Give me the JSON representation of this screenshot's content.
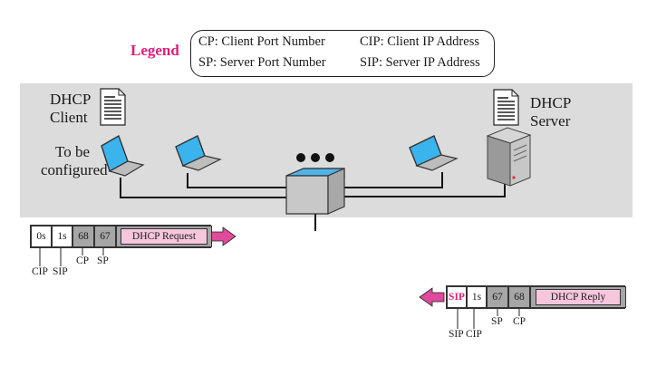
{
  "legend": {
    "title": "Legend",
    "items": [
      {
        "abbr_text": "CP: Client Port Number"
      },
      {
        "abbr_text": "CIP: Client IP Address"
      },
      {
        "abbr_text": "SP: Server Port Number"
      },
      {
        "abbr_text": "SIP: Server IP Address"
      }
    ]
  },
  "client": {
    "title_line1": "DHCP",
    "title_line2": "Client",
    "note_line1": "To be",
    "note_line2": "configured"
  },
  "server": {
    "title_line1": "DHCP",
    "title_line2": "Server"
  },
  "request_packet": {
    "cip": "0s",
    "sip": "1s",
    "cp": "68",
    "sp": "67",
    "message": "DHCP Request",
    "labels": {
      "cip": "CIP",
      "sip": "SIP",
      "cp": "CP",
      "sp": "SP"
    }
  },
  "reply_packet": {
    "sip": "SIP",
    "cip": "1s",
    "sp": "67",
    "cp": "68",
    "message": "DHCP Reply",
    "labels": {
      "sip": "SIP",
      "cip": "CIP",
      "sp": "SP",
      "cp": "CP"
    }
  },
  "colors": {
    "accent": "#e0207a",
    "message_fill": "#f6c6dd",
    "port_fill": "#a6a6a6",
    "band": "#dcdcdc",
    "switch_top": "#4fb3e8"
  }
}
